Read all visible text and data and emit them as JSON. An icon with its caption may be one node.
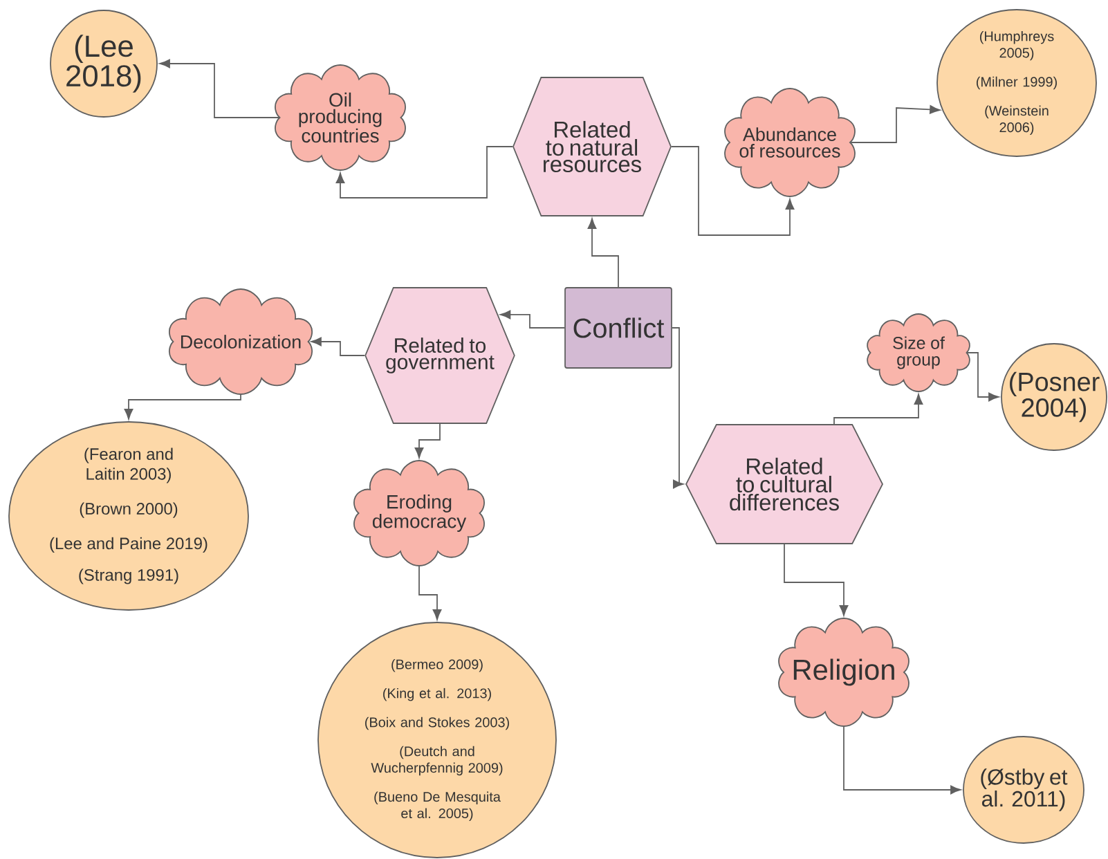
{
  "diagram": {
    "nodes": [
      {
        "text": [
          "Conflict"
        ]
      },
      {
        "text": [
          "Related to natural resources"
        ]
      },
      {
        "text": [
          "Oil producing countries"
        ]
      },
      {
        "text": [
          "(Lee 2018)"
        ]
      },
      {
        "text": [
          "Abundance of resources"
        ]
      },
      {
        "text": [
          "(Humphreys 2005)",
          "(Milner 1999)",
          "(Weinstein 2006)"
        ]
      },
      {
        "text": [
          "Related to government"
        ]
      },
      {
        "text": [
          "Decolonization"
        ]
      },
      {
        "text": [
          "(Fearon and Laitin 2003)",
          "(Brown 2000)",
          "(Lee and Paine 2019)",
          "(Strang 1991)"
        ]
      },
      {
        "text": [
          "Eroding democracy"
        ]
      },
      {
        "text": [
          "(Bermeo 2009)",
          "(King et al. 2013)",
          "(Boix and Stokes 2003)",
          "(Deutch and Wucherpfennig 2009)",
          "(Bueno De Mesquita et al. 2005)"
        ]
      },
      {
        "text": [
          "Related to cultural differences"
        ]
      },
      {
        "text": [
          "Size of group"
        ]
      },
      {
        "text": [
          "(Posner 2004)"
        ]
      },
      {
        "text": [
          "Religion"
        ]
      },
      {
        "text": [
          "(Østby et al. 2011)"
        ]
      }
    ],
    "edges": [
      {
        "from": 0,
        "to": 1,
        "arrow": "to"
      },
      {
        "from": 1,
        "to": 2,
        "arrow": "to"
      },
      {
        "from": 2,
        "to": 3,
        "arrow": "to"
      },
      {
        "from": 1,
        "to": 4,
        "arrow": "to"
      },
      {
        "from": 4,
        "to": 5,
        "arrow": "to"
      },
      {
        "from": 0,
        "to": 6,
        "arrow": "to"
      },
      {
        "from": 6,
        "to": 7,
        "arrow": "to"
      },
      {
        "from": 7,
        "to": 8,
        "arrow": "to"
      },
      {
        "from": 6,
        "to": 9,
        "arrow": "to"
      },
      {
        "from": 9,
        "to": 10,
        "arrow": "to"
      },
      {
        "from": 0,
        "to": 11,
        "arrow": "to"
      },
      {
        "from": 11,
        "to": 12,
        "arrow": "to"
      },
      {
        "from": 12,
        "to": 13,
        "arrow": "to"
      },
      {
        "from": 11,
        "to": 14,
        "arrow": "to"
      },
      {
        "from": 14,
        "to": 15,
        "arrow": "to"
      }
    ]
  }
}
